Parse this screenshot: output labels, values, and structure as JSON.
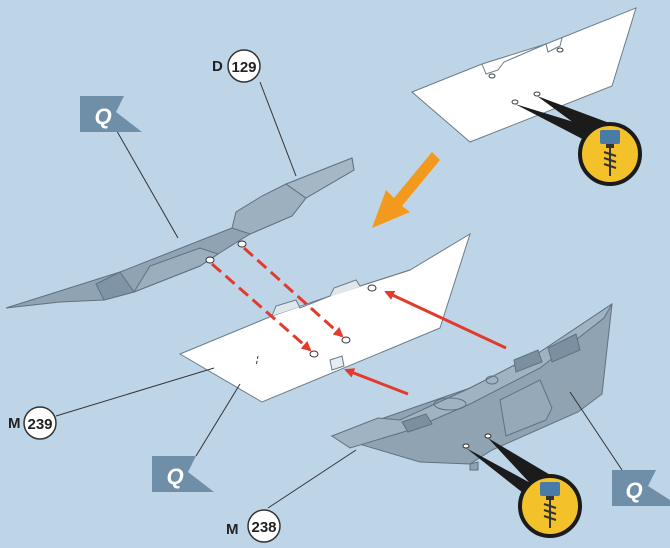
{
  "colors": {
    "background": "#bed5e8",
    "grey_part": "#8fa3b3",
    "white_part": "#ffffff",
    "arrow_red": "#e23b2e",
    "big_arrow": "#f39a1e",
    "flag": "#6f8fa8",
    "drill_badge": "#f3c22a"
  },
  "callouts": {
    "top": {
      "prefix": "D",
      "number": "129"
    },
    "left": {
      "prefix": "M",
      "number": "239"
    },
    "bottom": {
      "prefix": "M",
      "number": "238"
    }
  },
  "flags": {
    "top_left": "Q",
    "bottom_center": "Q",
    "bottom_right": "Q"
  },
  "icons": [
    "drill-icon",
    "drill-icon",
    "flag-icon",
    "arrow-icon"
  ]
}
